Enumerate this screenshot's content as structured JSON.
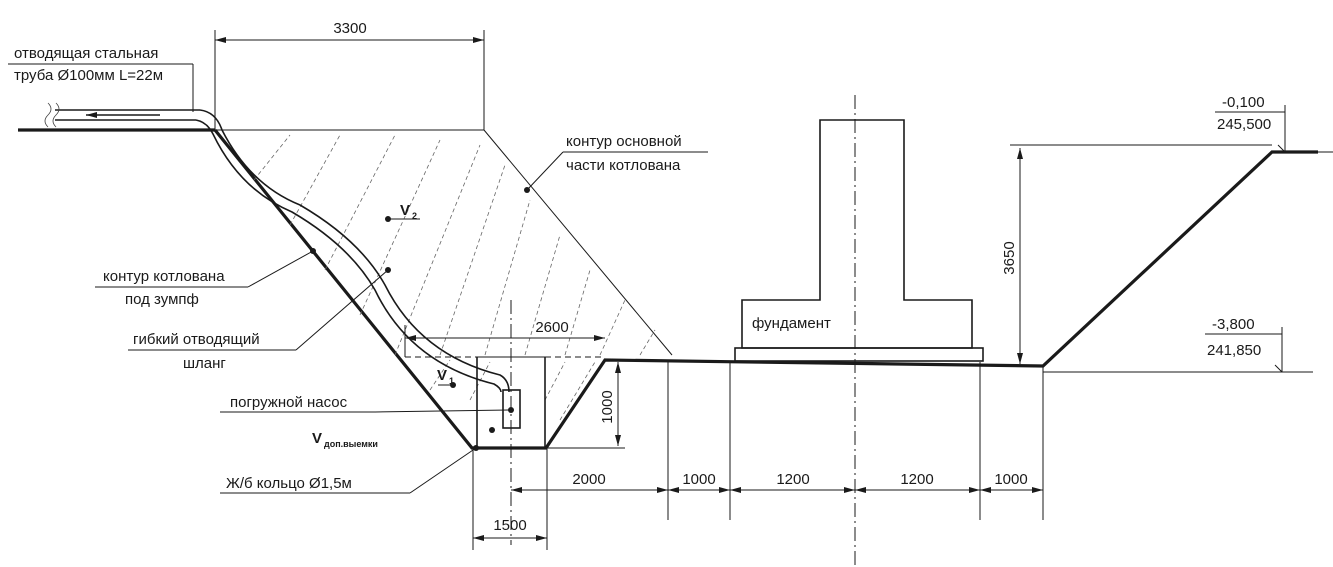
{
  "labels": {
    "pipe_line1": "отводящая стальная",
    "pipe_line2": "труба Ø100мм L=22м",
    "contour_main_line1": "контур основной",
    "contour_main_line2": "части котлована",
    "contour_sump_line1": "контур котлована",
    "contour_sump_line2": "под зумпф",
    "hose_line1": "гибкий отводящий",
    "hose_line2": "шланг",
    "pump": "погружной насос",
    "v_extra_main": "V",
    "v_extra_sub": "доп.выемки",
    "ring": "Ж/б кольцо Ø1,5м",
    "foundation": "фундамент",
    "v1_main": "V",
    "v1_sub": "1",
    "v2_main": "V",
    "v2_sub": "2"
  },
  "elevations": {
    "top_mark": "-0,100",
    "top_abs": "245,500",
    "bottom_mark": "-3,800",
    "bottom_abs": "241,850"
  },
  "dimensions": {
    "d3300": "3300",
    "d2600": "2600",
    "d1000_vertical": "1000",
    "d3650": "3650",
    "d2000": "2000",
    "d1000_a": "1000",
    "d1200_a": "1200",
    "d1200_b": "1200",
    "d1000_b": "1000",
    "d1500": "1500"
  }
}
